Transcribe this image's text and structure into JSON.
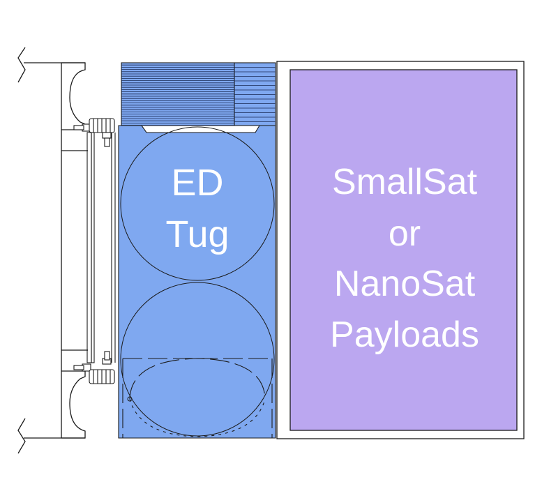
{
  "tug": {
    "label_line1": "ED",
    "label_line2": "Tug",
    "fill_color": "#7fa8f0"
  },
  "payload": {
    "label_line1": "SmallSat",
    "label_line2": "or",
    "label_line3": "NanoSat",
    "label_line4": "Payloads",
    "fill_color": "#bba7f0"
  },
  "structure": {
    "line_color": "#1a1a1a"
  }
}
